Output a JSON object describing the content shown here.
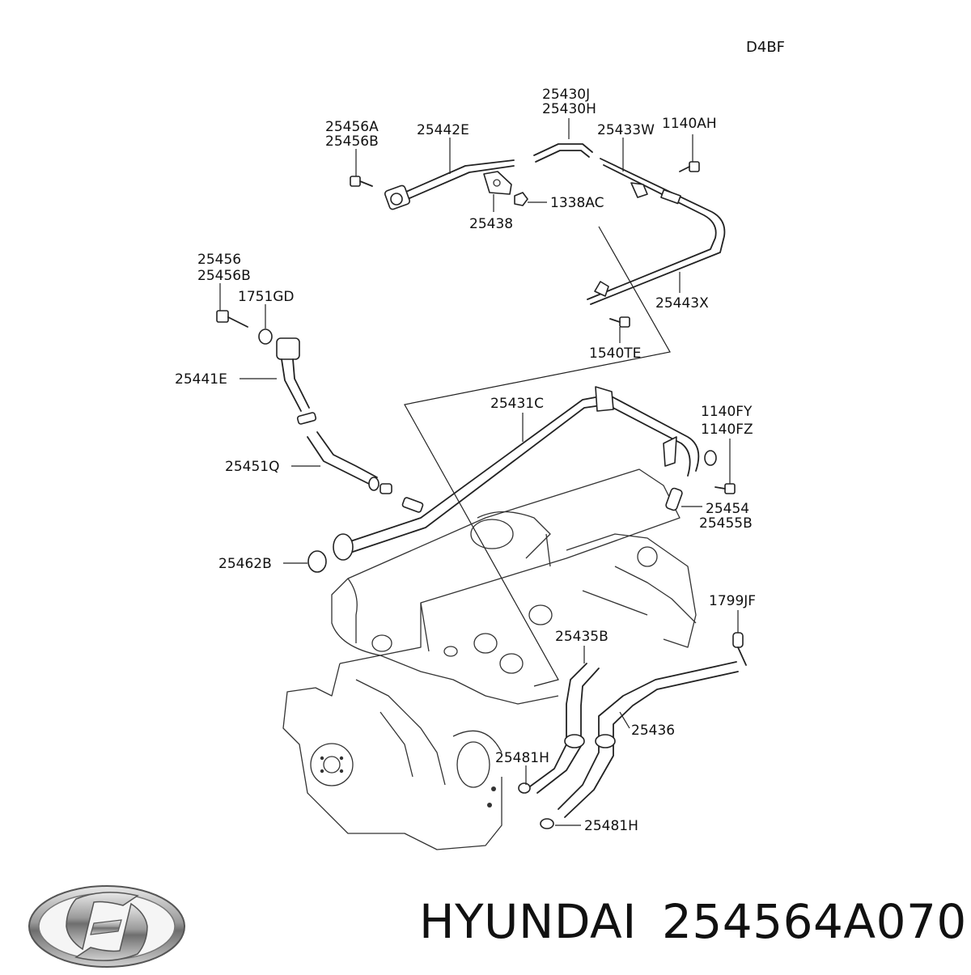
{
  "diagram": {
    "engine_code": "D4BF",
    "labels": {
      "p25430J": "25430J",
      "p25430H": "25430H",
      "p25456A": "25456A",
      "p25456B_top": "25456B",
      "p25442E": "25442E",
      "p25433W": "25433W",
      "p1140AH": "1140AH",
      "p1338AC": "1338AC",
      "p25438": "25438",
      "p25456": "25456",
      "p25456B": "25456B",
      "p1751GD": "1751GD",
      "p25443X": "25443X",
      "p1540TE": "1540TE",
      "p25441E": "25441E",
      "p25431C": "25431C",
      "p1140FY": "1140FY",
      "p1140FZ": "1140FZ",
      "p25451Q": "25451Q",
      "p25454": "25454",
      "p25455B": "25455B",
      "p25462B": "25462B",
      "p1799JF": "1799JF",
      "p25435B": "25435B",
      "p25436": "25436",
      "p25481H_a": "25481H",
      "p25481H_b": "25481H"
    }
  },
  "footer": {
    "brand": "HYUNDAI",
    "part_number": "254564A070",
    "logo_icon": "hyundai-logo-icon"
  }
}
